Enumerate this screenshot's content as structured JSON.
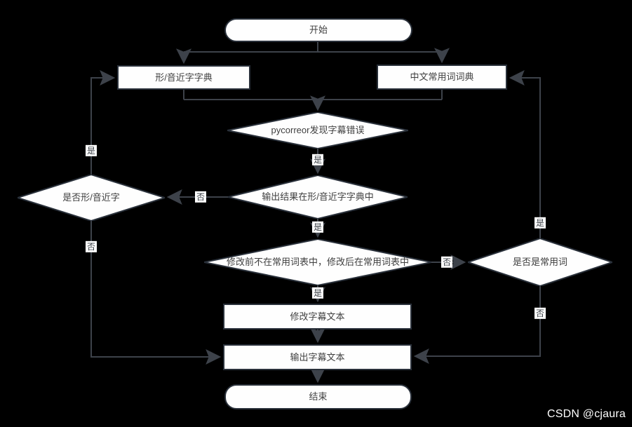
{
  "colors": {
    "background": "#000000",
    "shape_fill": "#fefefe",
    "shape_border": "#29303a",
    "wire": "#3d424a",
    "node_text": "#3f3f3f",
    "watermark_text": "#ffffff"
  },
  "nodes": {
    "start": {
      "label": "开始"
    },
    "dict_near": {
      "label": "形/音近字字典"
    },
    "dict_common": {
      "label": "中文常用词词典"
    },
    "check_error": {
      "label": "pycorreor发现字幕错误"
    },
    "check_in_dict": {
      "label": "输出结果在形/音近字字典中"
    },
    "check_near_char": {
      "label": "是否形/音近字"
    },
    "check_wordlist": {
      "label": "修改前不在常用词表中，修改后在常用词表中"
    },
    "check_common_word": {
      "label": "是否是常用词"
    },
    "modify": {
      "label": "修改字幕文本"
    },
    "output": {
      "label": "输出字幕文本"
    },
    "end": {
      "label": "结束"
    }
  },
  "edge_labels": {
    "error_yes": "是",
    "in_dict_no": "否",
    "in_dict_yes": "是",
    "near_char_yes": "是",
    "near_char_no": "否",
    "wordlist_yes": "是",
    "wordlist_no": "否",
    "common_word_yes": "是",
    "common_word_no": "否"
  },
  "watermark": "CSDN @cjaura"
}
